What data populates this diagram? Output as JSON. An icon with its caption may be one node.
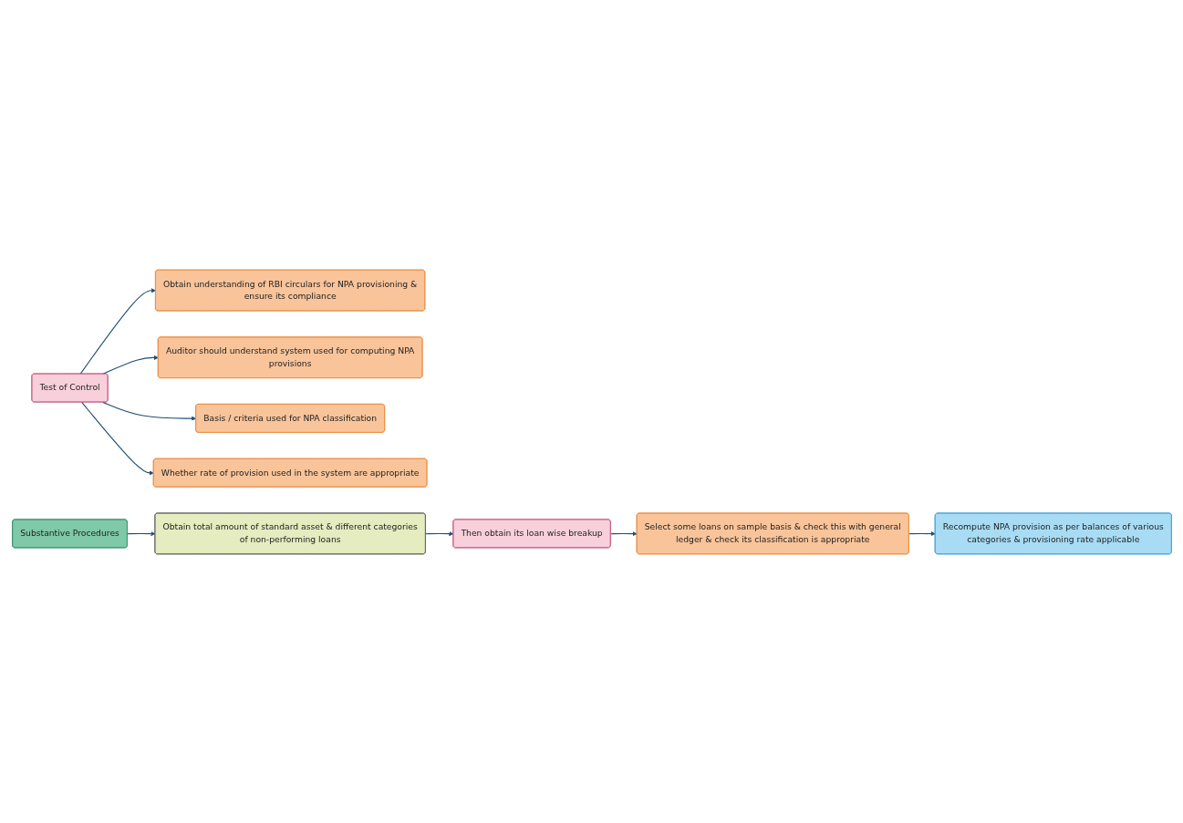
{
  "diagram": {
    "nodes": [
      {
        "text": [
          "Test of Control"
        ]
      },
      {
        "text": [
          "Obtain understanding of RBI circulars for NPA provisioning & ensure its compliance"
        ]
      },
      {
        "text": [
          "Auditor should understand system used for computing NPA provisions"
        ]
      },
      {
        "text": [
          "Basis / criteria used for NPA classification"
        ]
      },
      {
        "text": [
          "Whether rate of provision used in the system are appropriate"
        ]
      },
      {
        "text": [
          "Substantive Procedures"
        ]
      },
      {
        "text": [
          "Obtain total amount of standard asset & different categories of non-performing loans"
        ]
      },
      {
        "text": [
          "Then obtain its loan wise breakup"
        ]
      },
      {
        "text": [
          "Select some loans on sample basis & check this with general ledger & check its classification is appropriate"
        ]
      },
      {
        "text": [
          "Recompute NPA provision as per balances of various categories & provisioning rate applicable"
        ]
      }
    ],
    "edges": [
      {
        "from": 0,
        "to": 1,
        "arrow": "to"
      },
      {
        "from": 0,
        "to": 2,
        "arrow": "to"
      },
      {
        "from": 0,
        "to": 3,
        "arrow": "to"
      },
      {
        "from": 0,
        "to": 4,
        "arrow": "to"
      },
      {
        "from": 5,
        "to": 6,
        "arrow": "to"
      },
      {
        "from": 6,
        "to": 7,
        "arrow": "to"
      },
      {
        "from": 7,
        "to": 8,
        "arrow": "to"
      },
      {
        "from": 8,
        "to": 9,
        "arrow": "to"
      }
    ]
  }
}
